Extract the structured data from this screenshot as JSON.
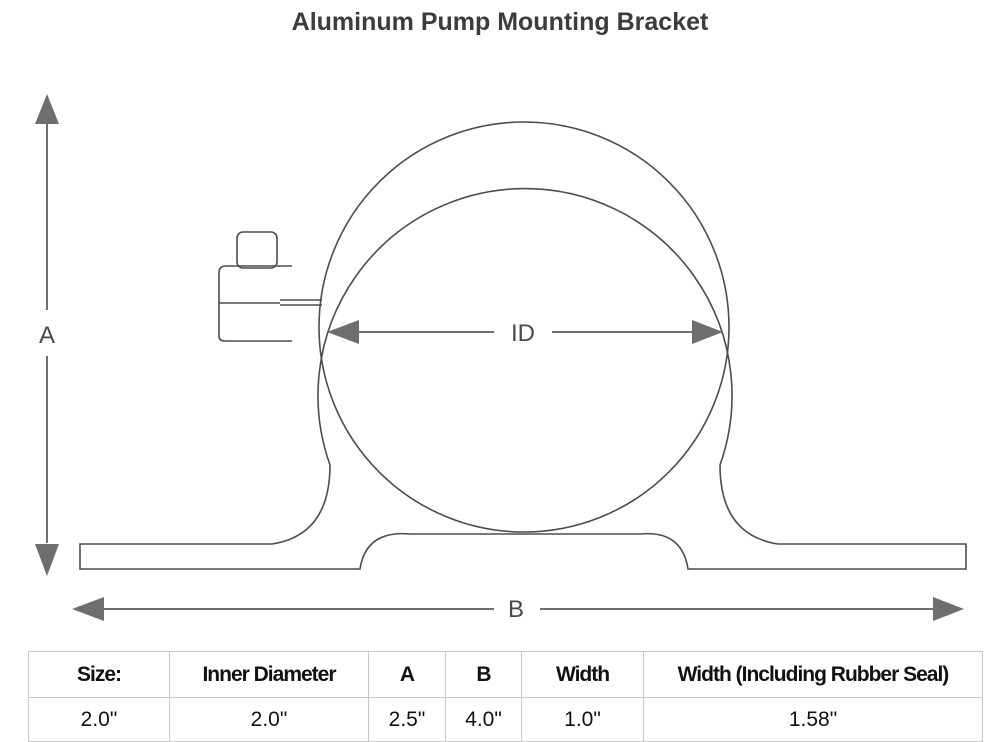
{
  "title": "Aluminum Pump Mounting Bracket",
  "dimensions": {
    "a": "A",
    "b": "B",
    "id": "ID"
  },
  "table": {
    "headers": [
      "Size:",
      "Inner Diameter",
      "A",
      "B",
      "Width",
      "Width (Including Rubber Seal)"
    ],
    "values": [
      "2.0\"",
      "2.0\"",
      "2.5\"",
      "4.0\"",
      "1.0\"",
      "1.58\""
    ]
  }
}
